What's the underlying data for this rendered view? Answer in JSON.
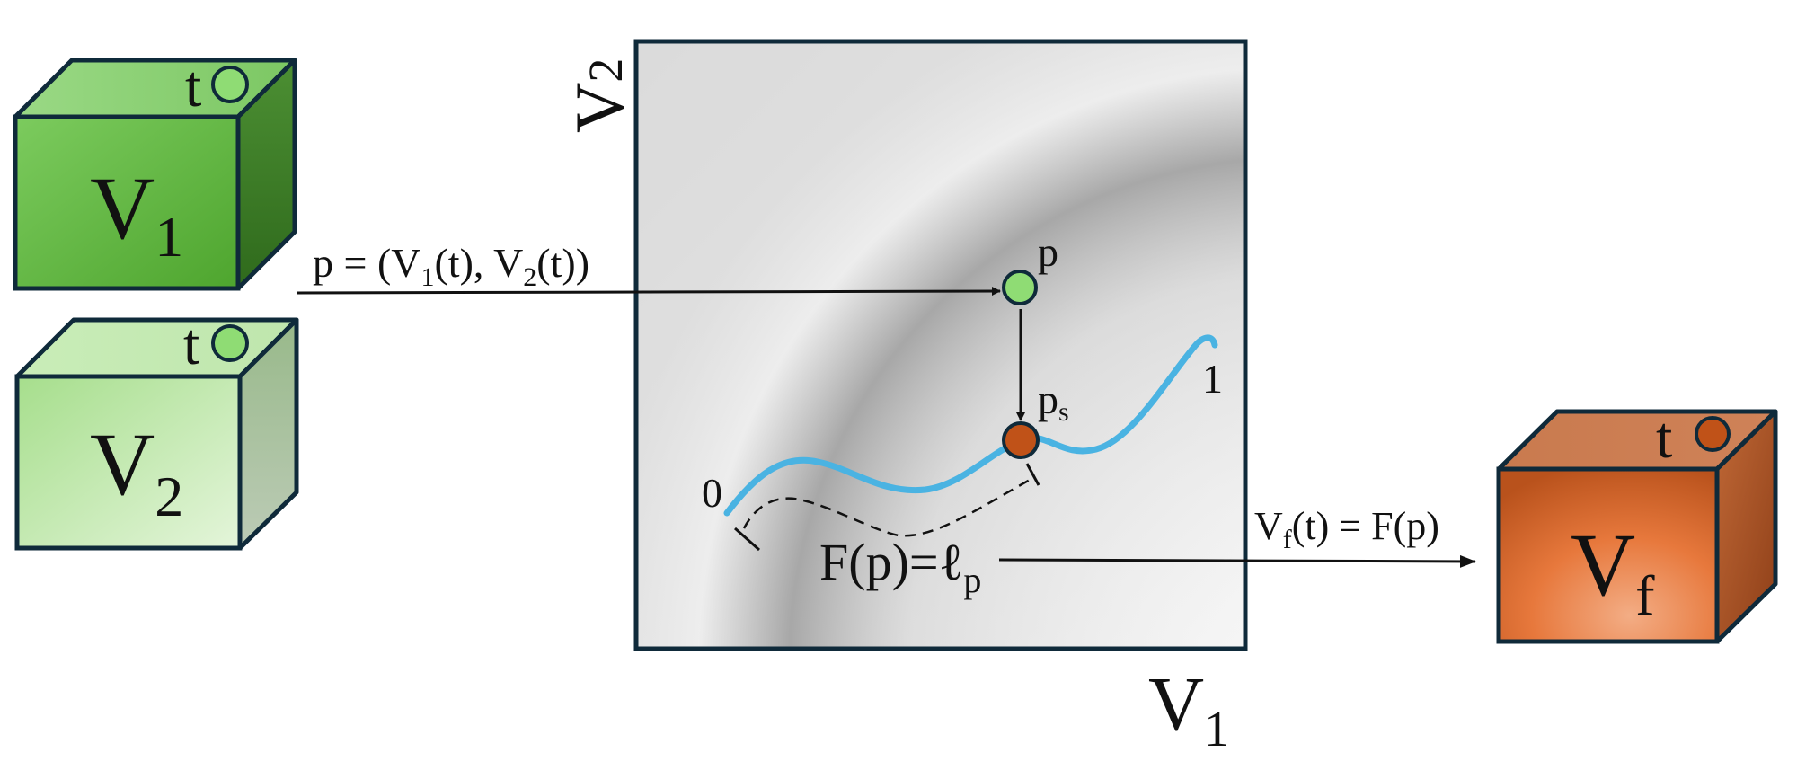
{
  "cubes": {
    "v1": {
      "label": "V",
      "sub": "1",
      "time_label": "t",
      "colors": {
        "front_light": "#7ccb5e",
        "front_dark": "#4ea52e",
        "top": "#8fd378",
        "side": "#3c7f26",
        "dot": "#8fdc74"
      }
    },
    "v2": {
      "label": "V",
      "sub": "2",
      "time_label": "t",
      "colors": {
        "front_light": "#a9df90",
        "front_dark": "#e2f4d8",
        "top": "#c4ebb2",
        "side": "#a3be98",
        "dot": "#8fdc74"
      }
    },
    "vf": {
      "label": "V",
      "sub": "f",
      "time_label": "t",
      "colors": {
        "front_light": "#f0a678",
        "front_dark": "#c05a22",
        "top": "#d07f52",
        "side": "#a24d1e",
        "dot": "#c05218"
      }
    }
  },
  "panel": {
    "x_axis": {
      "label": "V",
      "sub": "1"
    },
    "y_axis": {
      "label": "V",
      "sub": "2"
    },
    "border_color": "#0f2a3a"
  },
  "annotations": {
    "mapping_eq": {
      "p": "p = (V",
      "s1": "1",
      "mid": "(t), V",
      "s2": "2",
      "end": "(t))"
    },
    "point_p": {
      "label": "p",
      "color": "#8fdc74"
    },
    "point_ps": {
      "label": "p",
      "sub": "s",
      "color": "#c05218"
    },
    "curve": {
      "start_label": "0",
      "end_label": "1",
      "color": "#4ab3e2"
    },
    "arc_length": {
      "pre": "F(p)=ℓ",
      "sub": "p"
    },
    "output_eq": {
      "pre": "V",
      "sub": "f",
      "post": "(t) = F(p)"
    }
  }
}
